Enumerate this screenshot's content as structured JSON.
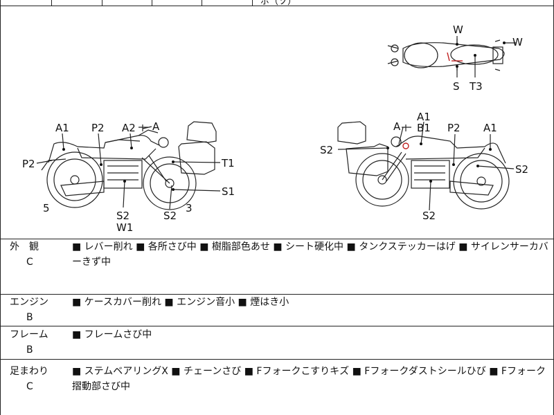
{
  "header_fragment": "ポ（ソ）",
  "diagram": {
    "left_view": [
      "A1",
      "P2",
      "A2",
      "A",
      "P2",
      "T1",
      "S1",
      "5",
      "S2",
      "W1",
      "S2",
      "3"
    ],
    "right_view": [
      "A1",
      "A",
      "B1",
      "P2",
      "A1",
      "S2",
      "S2",
      "S2"
    ],
    "top_view": [
      "W",
      "W",
      "S",
      "T3"
    ]
  },
  "rows": [
    {
      "name": "外　観",
      "grade": "C",
      "items": "■ レバー削れ ■ 各所さび中 ■ 樹脂部色あせ ■ シート硬化中 ■ タンクステッカーはげ ■ サイレンサーカバーきず中"
    },
    {
      "name": "エンジン",
      "grade": "B",
      "items": "■ ケースカバー削れ ■ エンジン音小 ■ 煙はき小"
    },
    {
      "name": "フレーム",
      "grade": "B",
      "items": "■ フレームさび中"
    },
    {
      "name": "足まわり",
      "grade": "C",
      "items": "■ ステムベアリングX ■ チェーンさび ■ Fフォークこすりキズ ■ Fフォークダストシールひび ■ Fフォーク摺動部さび中"
    }
  ]
}
